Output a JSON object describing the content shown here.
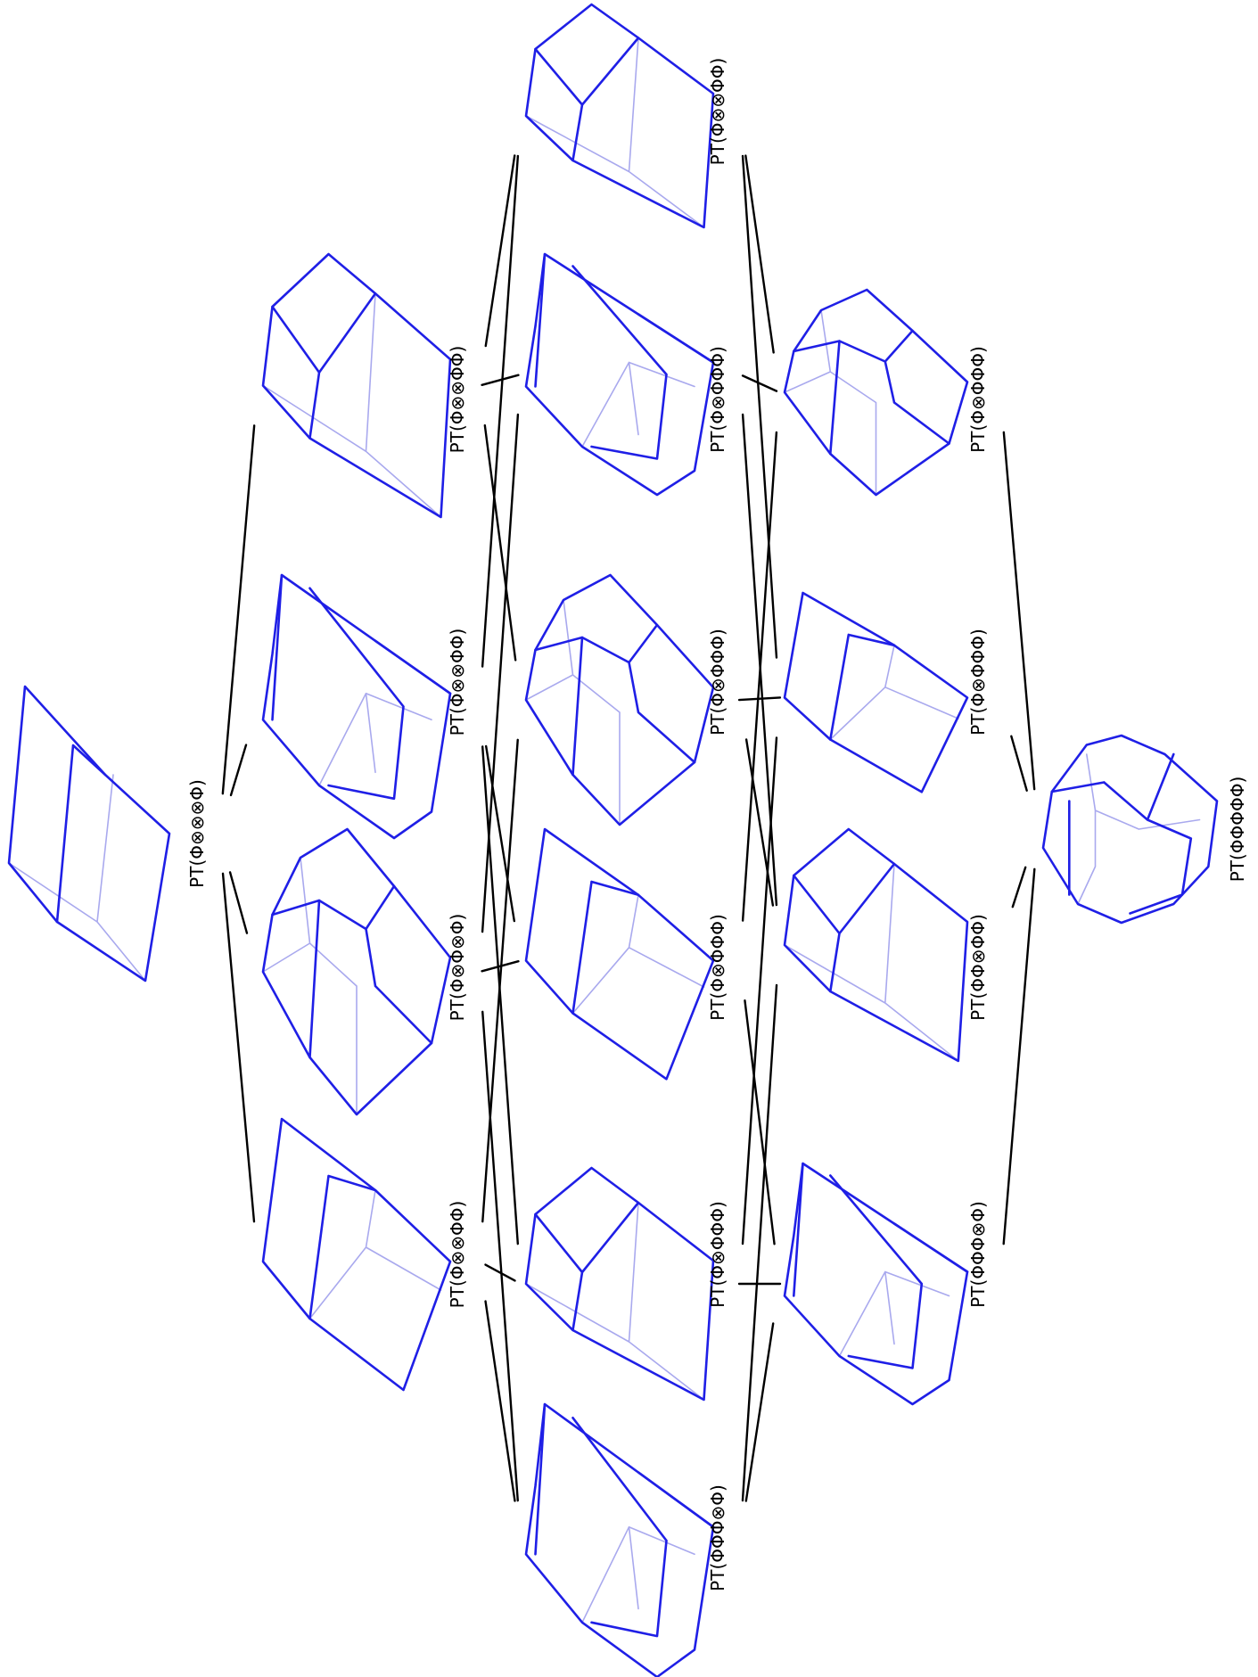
{
  "colors": {
    "polytope_front": "#1f1fe6",
    "polytope_back": "#a9a9ee",
    "edge": "#000000",
    "label": "#000000"
  },
  "nodes": [
    {
      "id": "n0",
      "label": "PT(Φ⊗⊗⊗Φ)",
      "level": 0
    },
    {
      "id": "n1a",
      "label": "PT(Φ⊗⊗ΦΦ)",
      "level": 1
    },
    {
      "id": "n1b",
      "label": "PT(Φ⊗⊗ΦΦ)",
      "level": 1
    },
    {
      "id": "n1c",
      "label": "PT(Φ⊗Φ⊗Φ)",
      "level": 1
    },
    {
      "id": "n1d",
      "label": "PT(Φ⊗⊗ΦΦ)",
      "level": 1
    },
    {
      "id": "n2a",
      "label": "PT(Φ⊗⊗ΦΦ)",
      "level": 2
    },
    {
      "id": "n2b",
      "label": "PT(Φ⊗ΦΦΦ)",
      "level": 2
    },
    {
      "id": "n2c",
      "label": "PT(Φ⊗ΦΦΦ)",
      "level": 2
    },
    {
      "id": "n2d",
      "label": "PT(Φ⊗ΦΦΦ)",
      "level": 2
    },
    {
      "id": "n2e",
      "label": "PT(Φ⊗ΦΦΦ)",
      "level": 2
    },
    {
      "id": "n2f",
      "label": "PT(ΦΦΦ⊗Φ)",
      "level": 2
    },
    {
      "id": "n3a",
      "label": "PT(Φ⊗ΦΦΦ)",
      "level": 3
    },
    {
      "id": "n3b",
      "label": "PT(Φ⊗ΦΦΦ)",
      "level": 3
    },
    {
      "id": "n3c",
      "label": "PT(ΦΦ⊗ΦΦ)",
      "level": 3
    },
    {
      "id": "n3d",
      "label": "PT(ΦΦΦ⊗Φ)",
      "level": 3
    },
    {
      "id": "n4",
      "label": "PT(ΦΦΦΦΦ)",
      "level": 4
    }
  ],
  "edges": [
    [
      "n0",
      "n1a"
    ],
    [
      "n0",
      "n1b"
    ],
    [
      "n0",
      "n1c"
    ],
    [
      "n0",
      "n1d"
    ],
    [
      "n1a",
      "n2a"
    ],
    [
      "n1a",
      "n2b"
    ],
    [
      "n1a",
      "n2c"
    ],
    [
      "n1b",
      "n2a"
    ],
    [
      "n1b",
      "n2d"
    ],
    [
      "n1b",
      "n2e"
    ],
    [
      "n1c",
      "n2b"
    ],
    [
      "n1c",
      "n2d"
    ],
    [
      "n1c",
      "n2f"
    ],
    [
      "n1d",
      "n2c"
    ],
    [
      "n1d",
      "n2e"
    ],
    [
      "n1d",
      "n2f"
    ],
    [
      "n2a",
      "n3a"
    ],
    [
      "n2a",
      "n3b"
    ],
    [
      "n2b",
      "n3a"
    ],
    [
      "n2b",
      "n3c"
    ],
    [
      "n2c",
      "n3b"
    ],
    [
      "n2c",
      "n3c"
    ],
    [
      "n2d",
      "n3a"
    ],
    [
      "n2d",
      "n3d"
    ],
    [
      "n2e",
      "n3b"
    ],
    [
      "n2e",
      "n3d"
    ],
    [
      "n2f",
      "n3c"
    ],
    [
      "n2f",
      "n3d"
    ],
    [
      "n3a",
      "n4"
    ],
    [
      "n3b",
      "n4"
    ],
    [
      "n3c",
      "n4"
    ],
    [
      "n3d",
      "n4"
    ]
  ]
}
